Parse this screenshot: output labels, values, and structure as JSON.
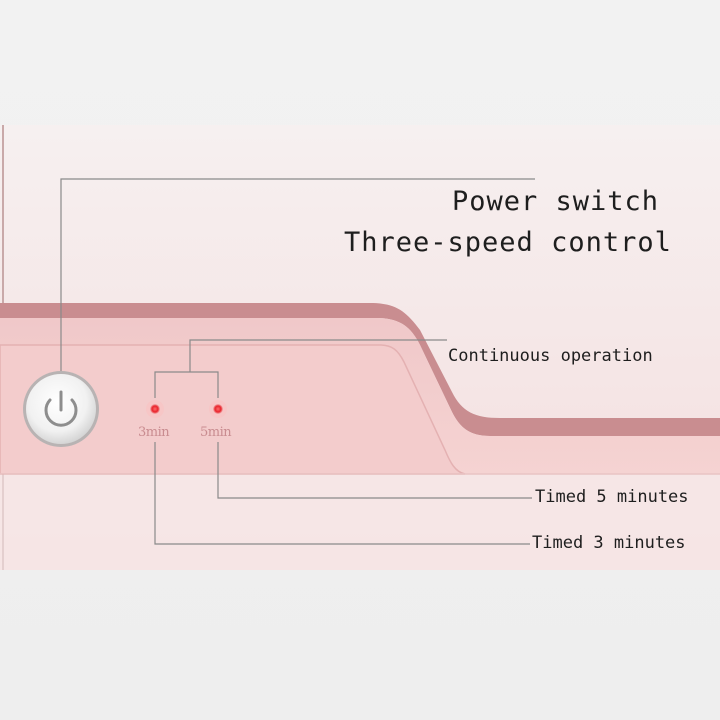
{
  "labels": {
    "power_switch": "Power switch",
    "speed_control": "Three-speed control",
    "continuous": "Continuous operation",
    "timed_5": "Timed 5 minutes",
    "timed_3": "Timed 3 minutes"
  },
  "indicators": {
    "min3": "3min",
    "min5": "5min"
  },
  "colors": {
    "background": "#efefef",
    "panel": "#f2cfcf",
    "panel_edge": "#c99d9f",
    "led": "#e8242c",
    "caption": "#c98c90",
    "leader_line": "#8a8a8a"
  },
  "icons": {
    "power": "power-icon"
  }
}
